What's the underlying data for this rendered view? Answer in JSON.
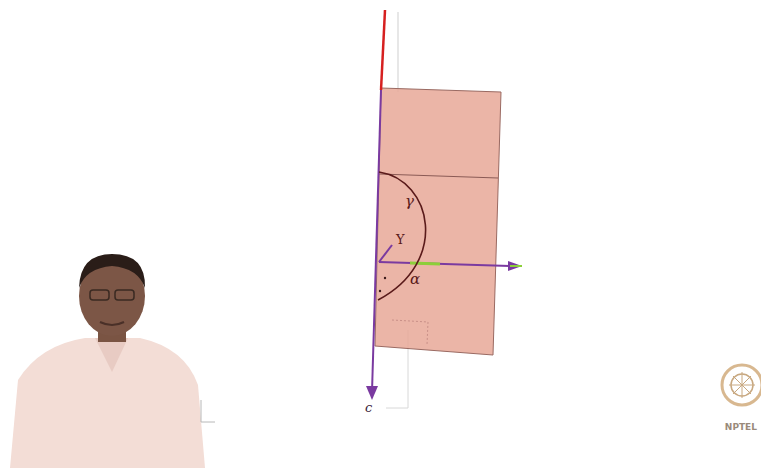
{
  "diagram": {
    "labels": [
      "γ",
      "Y",
      "α",
      "c",
      "NPTEL"
    ]
  }
}
